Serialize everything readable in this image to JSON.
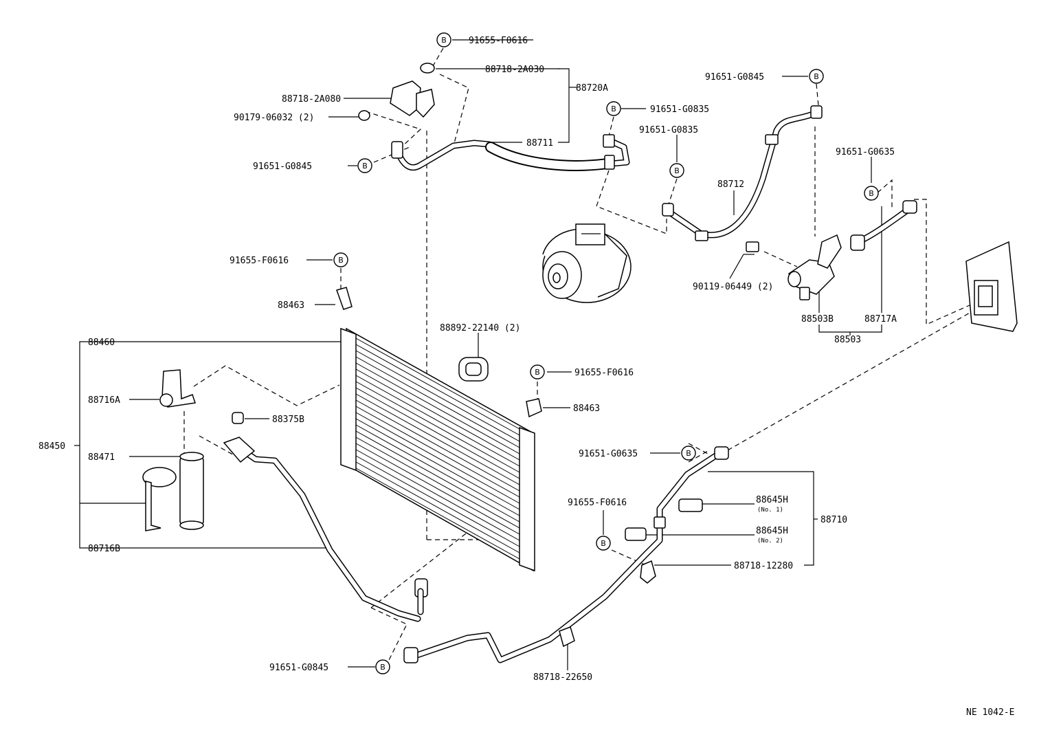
{
  "diagram": {
    "code": "NE 1042-E",
    "callout_symbol": "B",
    "labels": {
      "p_91655_f0616_top": "91655-F0616",
      "p_88718_2a030": "88718-2A030",
      "p_88720a": "88720A",
      "p_88718_2a080": "88718-2A080",
      "p_90179_06032": "90179-06032 (2)",
      "p_88711": "88711",
      "p_91651_g0845_upper_left": "91651-G0845",
      "p_91651_g0845_upper_right": "91651-G0845",
      "p_91651_g0835_a": "91651-G0835",
      "p_91651_g0835_b": "91651-G0835",
      "p_88712": "88712",
      "p_91651_g0635_right": "91651-G0635",
      "p_90119_06449": "90119-06449 (2)",
      "p_88503b": "88503B",
      "p_88717a": "88717A",
      "p_88503": "88503",
      "p_91655_f0616_mid": "91655-F0616",
      "p_88463_upper": "88463",
      "p_88460": "88460",
      "p_88892_22140": "88892-22140 (2)",
      "p_91655_f0616_right": "91655-F0616",
      "p_88463_lower": "88463",
      "p_88716a": "88716A",
      "p_88375b": "88375B",
      "p_88450": "88450",
      "p_88471": "88471",
      "p_91651_g0635_mid": "91651-G0635",
      "p_88645h_1": "88645H",
      "p_88645h_1_sub": "(No. 1)",
      "p_88710": "88710",
      "p_91655_f0616_low": "91655-F0616",
      "p_88645h_2": "88645H",
      "p_88645h_2_sub": "(No. 2)",
      "p_88716b": "88716B",
      "p_88718_12280": "88718-12280",
      "p_91651_g0845_bottom": "91651-G0845",
      "p_88718_22650": "88718-22650"
    }
  }
}
